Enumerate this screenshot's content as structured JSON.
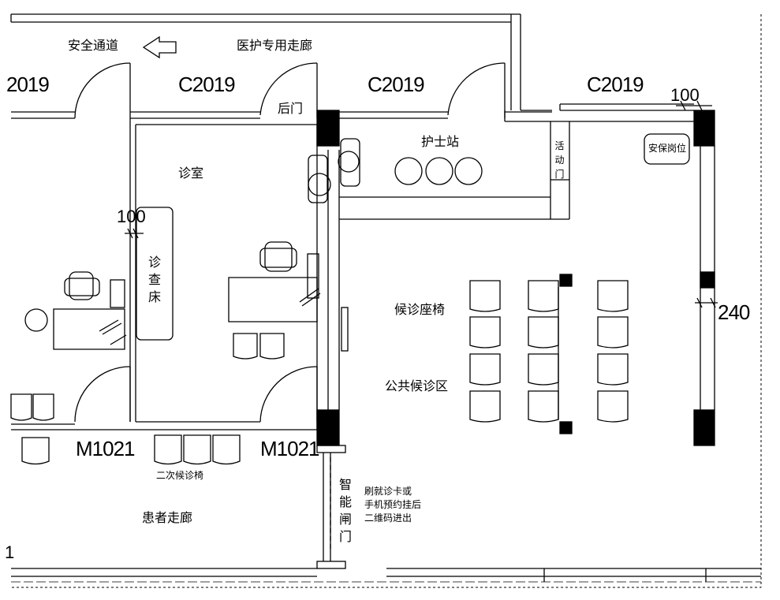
{
  "labels": {
    "safety_passage": "安全通道",
    "staff_corridor": "医护专用走廊",
    "window_code_1": "2019",
    "window_code_2": "C2019",
    "window_code_3": "C2019",
    "window_code_4": "C2019",
    "back_door": "后门",
    "consult_room": "诊室",
    "nurse_station": "护士站",
    "movable_door": "活动门",
    "security_post": "安保岗位",
    "dim_100_left": "100",
    "dim_100_top": "100",
    "exam_bed": "诊查床",
    "waiting_chairs": "候诊座椅",
    "public_waiting": "公共候诊区",
    "dim_240": "240",
    "door_code_1": "M1021",
    "door_code_2": "M1021",
    "secondary_waiting": "二次候诊椅",
    "patient_corridor": "患者走廊",
    "smart_gate": "智能闸门",
    "gate_note_1": "刷就诊卡或",
    "gate_note_2": "手机预约挂后",
    "gate_note_3": "二维码进出",
    "edge_mark": "1"
  }
}
